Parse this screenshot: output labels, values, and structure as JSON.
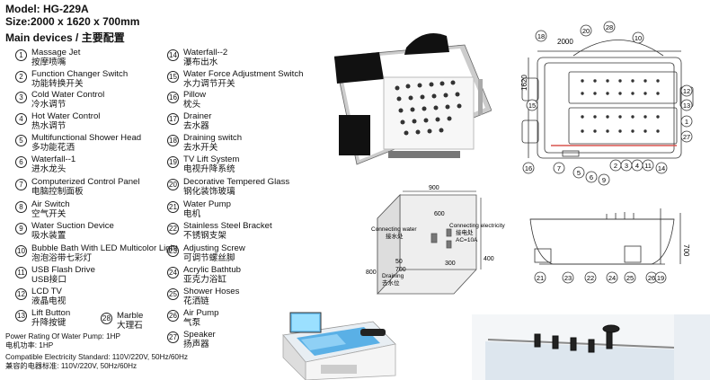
{
  "header": {
    "model": "Model: HG-229A",
    "size": "Size:2000 x 1620 x 700mm",
    "main_devices": "Main devices / 主要配置"
  },
  "devices_left": [
    {
      "num": "1",
      "en": "Massage Jet",
      "cn": "按摩喷嘴"
    },
    {
      "num": "2",
      "en": "Function Changer Switch",
      "cn": "功能转换开关"
    },
    {
      "num": "3",
      "en": "Cold Water Control",
      "cn": "冷水调节"
    },
    {
      "num": "4",
      "en": "Hot Water Control",
      "cn": "热水调节"
    },
    {
      "num": "5",
      "en": "Multifunctional Shower Head",
      "cn": "多功能花洒"
    },
    {
      "num": "6",
      "en": "Waterfall--1",
      "cn": "进水龙头"
    },
    {
      "num": "7",
      "en": "Computerized Control Panel",
      "cn": "电脑控制面板"
    },
    {
      "num": "8",
      "en": "Air Switch",
      "cn": "空气开关"
    },
    {
      "num": "9",
      "en": "Water Suction Device",
      "cn": "吸水装置"
    },
    {
      "num": "10",
      "en": "Bubble Bath With LED Multicolor Light",
      "cn": "泡泡浴带七彩灯"
    },
    {
      "num": "11",
      "en": "USB Flash Drive",
      "cn": "USB接口"
    },
    {
      "num": "12",
      "en": "LCD  TV",
      "cn": "液晶电视"
    },
    {
      "num": "13",
      "en": "Lift Button",
      "cn": "升降按键"
    }
  ],
  "device_28": {
    "num": "28",
    "en": "Marble",
    "cn": "大理石"
  },
  "devices_right": [
    {
      "num": "14",
      "en": "Waterfall--2",
      "cn": "瀑布出水"
    },
    {
      "num": "15",
      "en": "Water Force Adjustment Switch",
      "cn": "水力调节开关"
    },
    {
      "num": "16",
      "en": "Pillow",
      "cn": "枕头"
    },
    {
      "num": "17",
      "en": "Drainer",
      "cn": "去水器"
    },
    {
      "num": "18",
      "en": "Draining switch",
      "cn": "去水开关"
    },
    {
      "num": "19",
      "en": "TV Lift System",
      "cn": "电视升降系统"
    },
    {
      "num": "20",
      "en": "Decorative Tempered Glass",
      "cn": "钢化装饰玻璃"
    },
    {
      "num": "21",
      "en": "Water Pump",
      "cn": "电机"
    },
    {
      "num": "22",
      "en": "Stainless Steel Bracket",
      "cn": "不锈钢支架"
    },
    {
      "num": "23",
      "en": "Adjusting Screw",
      "cn": "可调节螺丝脚"
    },
    {
      "num": "24",
      "en": "Acrylic Bathtub",
      "cn": "亚克力浴缸"
    },
    {
      "num": "25",
      "en": "Shower Hoses",
      "cn": "花洒链"
    },
    {
      "num": "26",
      "en": "Air Pump",
      "cn": "气泵"
    },
    {
      "num": "27",
      "en": "Speaker",
      "cn": "扬声器"
    }
  ],
  "notes": {
    "pump_en": "Power Rating Of Water Pump: 1HP",
    "pump_cn": "电机功率: 1HP",
    "elec_en": "Compatible Electricity Standard:  110V/220V, 50Hz/60Hz",
    "elec_cn": "兼容的电器标准: 110V/220V, 50Hz/60Hz"
  },
  "top_view": {
    "dim_width": "2000",
    "dim_height": "1620",
    "callouts_top": [
      "18",
      "20",
      "28",
      "10"
    ],
    "callouts_left": [
      "15",
      "16"
    ],
    "callouts_right": [
      "12",
      "13",
      "1",
      "27",
      "14"
    ],
    "callouts_bottom": [
      "7",
      "5",
      "6",
      "9",
      "2",
      "3",
      "4",
      "11"
    ]
  },
  "install_view": {
    "dim_900": "900",
    "dim_600": "600",
    "dim_300": "300",
    "dim_400": "400",
    "dim_50": "50",
    "dim_700": "700",
    "dim_800": "800",
    "water_label_en": "Connecting water",
    "water_label_cn": "接水处",
    "elec_label_en": "Connecting electricity",
    "elec_label_cn": "接电处",
    "elec_current": "AC=10A",
    "drain_en": "Draining",
    "drain_cn": "去水位"
  },
  "side_view": {
    "dim_height": "700",
    "callouts": [
      "21",
      "23",
      "22",
      "24",
      "25",
      "26",
      "19"
    ]
  },
  "colors": {
    "text": "#111111",
    "line": "#333333",
    "accent_red": "#d9534f"
  }
}
